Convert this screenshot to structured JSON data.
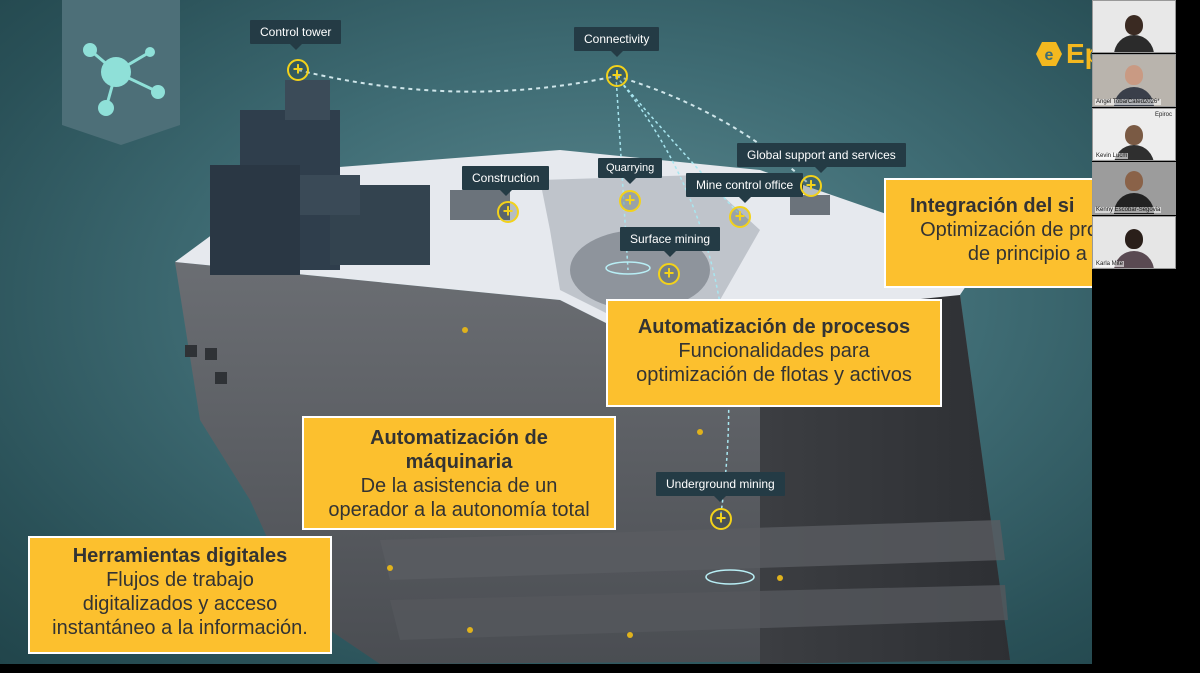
{
  "brand": {
    "name": "Ep",
    "color": "#f3b81f"
  },
  "map_labels": [
    {
      "id": "control-tower",
      "label": "Control tower"
    },
    {
      "id": "connectivity",
      "label": "Connectivity"
    },
    {
      "id": "construction",
      "label": "Construction"
    },
    {
      "id": "quarrying",
      "label": "Quarrying"
    },
    {
      "id": "mine-control-office",
      "label": "Mine control office"
    },
    {
      "id": "global-support",
      "label": "Global support and services"
    },
    {
      "id": "surface-mining",
      "label": "Surface mining"
    },
    {
      "id": "underground-mining",
      "label": "Underground mining"
    }
  ],
  "callouts": {
    "integracion": {
      "title": "Integración del si",
      "body": "Optimización de pro\nde principio a f"
    },
    "procesos": {
      "title": "Automatización de procesos",
      "body": "Funcionalidades para\noptimización de flotas y activos"
    },
    "maquinaria": {
      "title": "Automatización de\nmáquinaria",
      "body": "De la asistencia de un\noperador a la autonomía total"
    },
    "herramientas": {
      "title": "Herramientas digitales",
      "body": "Flujos de trabajo\ndigitalizados y acceso\ninstantáneo a la información."
    }
  },
  "participants": [
    {
      "name": "",
      "logo": ""
    },
    {
      "name": "Angel TobarCated2026*",
      "logo": ""
    },
    {
      "name": "Kevin Lucm",
      "logo": "Epiroc"
    },
    {
      "name": "Kenny Escobar-Segovia",
      "logo": ""
    },
    {
      "name": "Karla Mite",
      "logo": ""
    }
  ],
  "colors": {
    "accent_yellow": "#fcc02e",
    "tag_bg": "#243b45",
    "plus_yellow": "#f3d21a",
    "teal_bg": "#3f6c74"
  },
  "icons": {
    "banner": "network-nodes-icon",
    "add": "plus-circle-icon"
  }
}
